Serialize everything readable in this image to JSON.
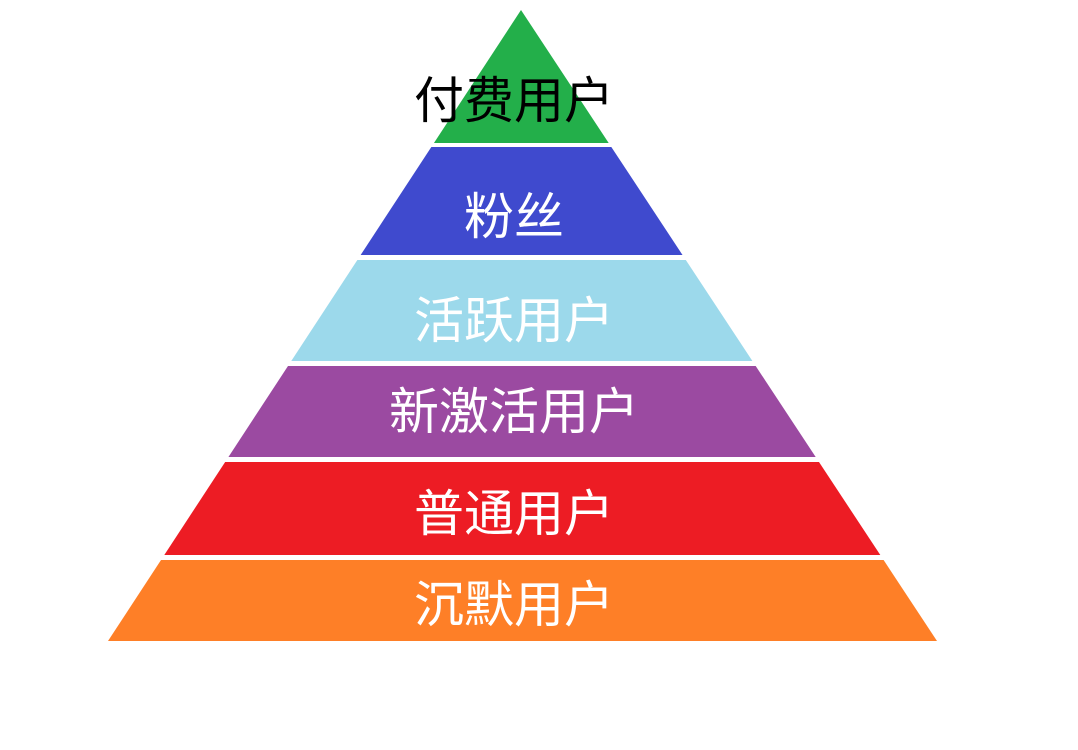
{
  "pyramid": {
    "tiers": [
      {
        "label": "付费用户",
        "color": "#23AF4A",
        "text_color": "#000000"
      },
      {
        "label": "粉丝",
        "color": "#3F4ACE",
        "text_color": "#FFFFFF"
      },
      {
        "label": "活跃用户",
        "color": "#9CD9EB",
        "text_color": "#FFFFFF"
      },
      {
        "label": "新激活用户",
        "color": "#9B4AA1",
        "text_color": "#FFFFFF"
      },
      {
        "label": "普通用户",
        "color": "#ED1C24",
        "text_color": "#FFFFFF"
      },
      {
        "label": "沉默用户",
        "color": "#FE7F27",
        "text_color": "#FFFFFF"
      }
    ]
  }
}
